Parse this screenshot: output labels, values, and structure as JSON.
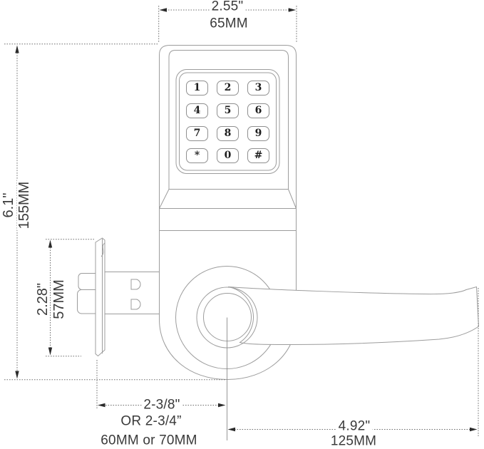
{
  "drawing": {
    "type": "technical dimension drawing",
    "subject": "keypad lever door lock"
  },
  "keypad": {
    "keys": [
      "1",
      "2",
      "3",
      "4",
      "5",
      "6",
      "7",
      "8",
      "9",
      "*",
      "0",
      "#"
    ]
  },
  "dimensions": {
    "top_width": {
      "inches": "2.55\"",
      "mm": "65MM"
    },
    "overall_height": {
      "inches": "6.1\"",
      "mm": "155MM"
    },
    "latch_plate_height": {
      "inches": "2.28\"",
      "mm": "57MM"
    },
    "backset": {
      "inches": "2-3/8\"",
      "alt": "OR  2-3/4”",
      "mm": "60MM or 70MM"
    },
    "lever_length": {
      "inches": "4.92\"",
      "mm": "125MM"
    }
  },
  "colors": {
    "background": "#ffffff",
    "outline": "#9c9c9c",
    "dimension_line": "#707070",
    "arrow": "#2b2b2b",
    "text": "#3a3a3a",
    "key_text": "#1e1e1e"
  }
}
